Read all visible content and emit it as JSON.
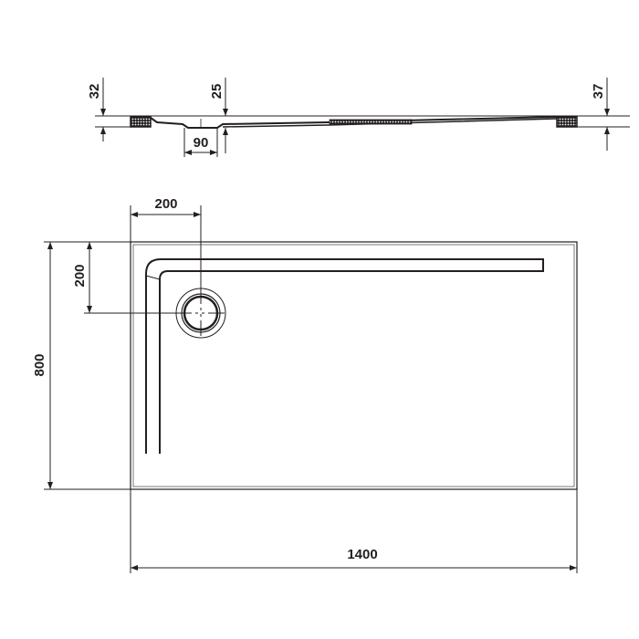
{
  "side_view": {
    "dim_left_height": "32",
    "dim_drain_height": "25",
    "dim_right_height": "37",
    "dim_drain_width": "90"
  },
  "plan_view": {
    "dim_width": "1400",
    "dim_depth": "800",
    "dim_drain_offset_x": "200",
    "dim_drain_offset_y": "200"
  },
  "colors": {
    "line": "#231f20",
    "background": "#ffffff"
  }
}
